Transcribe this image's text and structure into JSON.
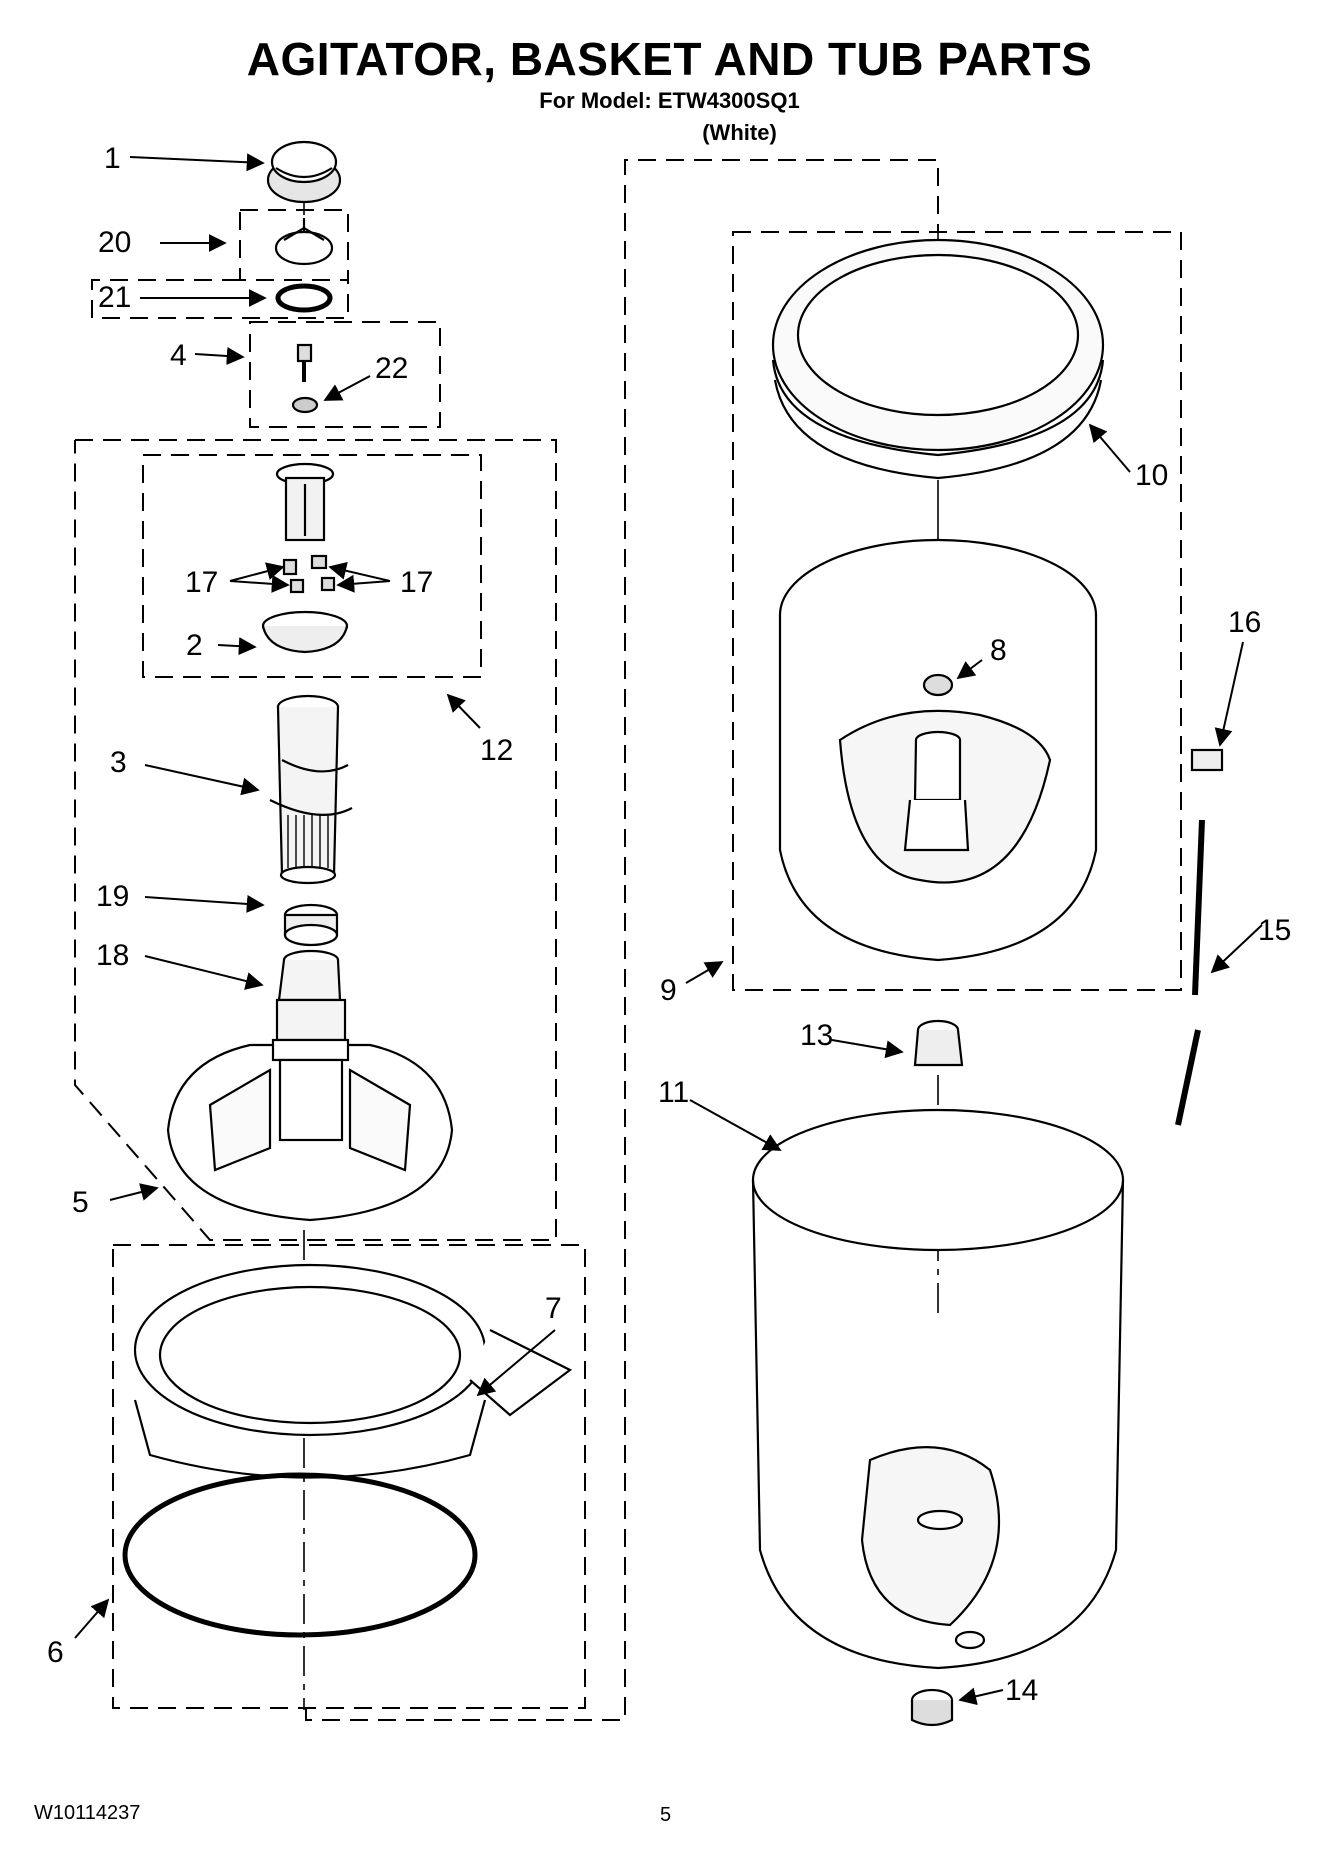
{
  "header": {
    "title": "AGITATOR, BASKET AND TUB PARTS",
    "model_line": "For Model: ETW4300SQ1",
    "color_line": "(White)"
  },
  "callouts": {
    "c1": "1",
    "c2": "2",
    "c3": "3",
    "c4": "4",
    "c5": "5",
    "c6": "6",
    "c7": "7",
    "c8": "8",
    "c9": "9",
    "c10": "10",
    "c11": "11",
    "c12": "12",
    "c13": "13",
    "c14": "14",
    "c15": "15",
    "c16": "16",
    "c17a": "17",
    "c17b": "17",
    "c18": "18",
    "c19": "19",
    "c20": "20",
    "c21": "21",
    "c22": "22"
  },
  "footer": {
    "doc_number": "W10114237",
    "page_number": "5"
  }
}
